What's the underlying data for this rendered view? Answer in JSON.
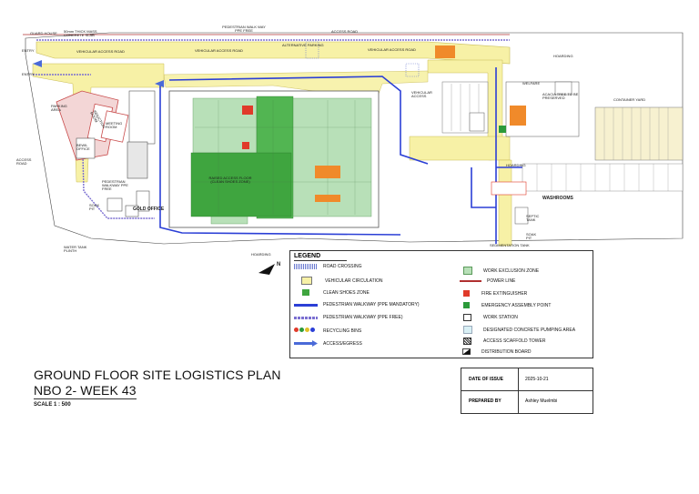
{
  "title_line1": "GROUND FLOOR SITE LOGISTICS PLAN",
  "title_line2": "NBO 2- WEEK 43",
  "scale": "SCALE 1 : 500",
  "issue": {
    "date_label": "DATE OF ISSUE",
    "date_value": "2025-10-21",
    "prepared_label": "PREPARED BY",
    "prepared_value": "Ashley Muelmbi"
  },
  "north": "N",
  "legend": {
    "title": "LEGEND",
    "left": [
      {
        "key": "road_crossing",
        "label": "ROAD CROSSING"
      },
      {
        "key": "vehicular",
        "label": "VEHICULAR CIRCULATION"
      },
      {
        "key": "clean_shoes",
        "label": "CLEAN SHOES ZONE"
      },
      {
        "key": "ped_ppe",
        "label": "PEDESTRIAN WALKWAY (PPE MANDATORY)"
      },
      {
        "key": "ped_free",
        "label": "PEDESTRIAN WALKWAY (PPE FREE)"
      },
      {
        "key": "recycling",
        "label": "RECYCLING BINS"
      },
      {
        "key": "access",
        "label": "ACCESS/EGRESS"
      }
    ],
    "right": [
      {
        "key": "work_exclusion",
        "label": "WORK EXCLUSION ZONE"
      },
      {
        "key": "power_line",
        "label": "POWER LINE"
      },
      {
        "key": "fire",
        "label": "FIRE EXTINGUISHER"
      },
      {
        "key": "assembly",
        "label": "EMERGENCY ASSEMBLY POINT"
      },
      {
        "key": "workstation",
        "label": "WORK STATION"
      },
      {
        "key": "pumping",
        "label": "DESIGNATED CONCRETE PUMPING AREA"
      },
      {
        "key": "scaffold",
        "label": "ACCESS SCAFFOLD TOWER"
      },
      {
        "key": "distribution",
        "label": "DISTRIBUTION BOARD"
      }
    ]
  },
  "plan_labels": {
    "guard_house": "GUARD HOUSE",
    "slab": "50mm THICK MASS CONCRETE SLAB",
    "ped_walkway_top": "PEDESTRIAN WALK WAY PPE FREE",
    "access_road_top": "ACCESS ROAD",
    "vehicular_access_road_1": "VEHICULAR ACCESS ROAD",
    "vehicular_access_road_2": "VEHICULAR ACCESS ROAD",
    "vehicular_access_road_3": "VEHICULAR ACCESS ROAD",
    "alt_parking": "ALTERNATIVE PARKING",
    "entry_1": "ENTRY",
    "entry_2": "ENTRY",
    "hoarding_1": "HOARDING",
    "hoarding_2": "HOARDING",
    "hoarding_3": "HOARDING",
    "parking_area": "PARKING AREA",
    "induction_room": "INDUCTION ROOM",
    "meeting_room": "MEETING ROOM",
    "bewil_office": "BEWIL OFFICE",
    "ped_walkway_free": "PEDESTRIAN WALKWAY PPE FREE",
    "soak_pit_1": "SOAK PIT",
    "gold_office": "GOLD OFFICE",
    "water_tank": "WATER TANK PLINTH",
    "access_road_left": "ACCESS ROAD",
    "raised_access": "RAISED ACCESS FLOOR (CLEAN SHOES ZONE)",
    "welfare": "WELFARE",
    "acacia": "ACACIA TREE TO BE PRESERVED",
    "container_yard": "CONTAINER YARD",
    "washrooms": "WASHROOMS",
    "septic_tank": "SEPTIC TANK",
    "soak_pit_2": "SOAK PIT",
    "sedimentation": "SEDIMENTATION TANK",
    "vehicular_access_side": "VEHICULAR ACCESS"
  }
}
